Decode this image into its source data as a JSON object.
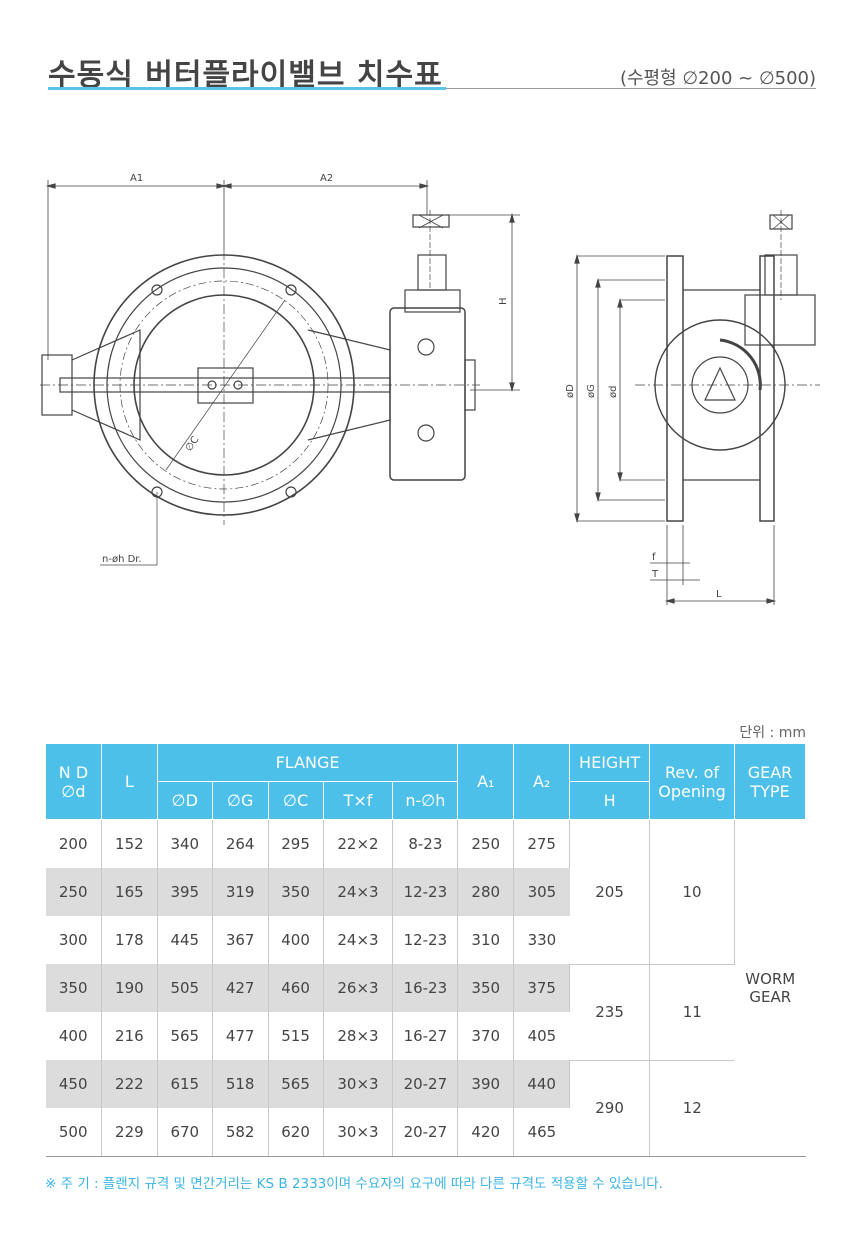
{
  "header": {
    "title": "수동식 버터플라이밸브 치수표",
    "subtitle": "(수평형 ∅200 ~ ∅500)"
  },
  "drawing": {
    "labels": {
      "a1": "A1",
      "a2": "A2",
      "h": "H",
      "phi_c": "∅C",
      "holes": "n-øh  Dr.",
      "phi_D": "øD",
      "phi_G": "øG",
      "phi_d": "ød",
      "f": "f",
      "t": "T",
      "l": "L"
    }
  },
  "table": {
    "unit": "단위 : mm",
    "headers": {
      "nd": "N D",
      "nd_sub": "∅d",
      "l": "L",
      "flange": "FLANGE",
      "phi_D": "∅D",
      "phi_G": "∅G",
      "phi_C": "∅C",
      "txf": "T×f",
      "nh": "n-∅h",
      "a1": "A₁",
      "a2": "A₂",
      "height": "HEIGHT",
      "height_sub": "H",
      "rev_1": "Rev. of",
      "rev_2": "Opening",
      "gear_1": "GEAR",
      "gear_2": "TYPE"
    },
    "rows": [
      {
        "nd": "200",
        "l": "152",
        "D": "340",
        "G": "264",
        "C": "295",
        "txf": "22×2",
        "nh": "8-23",
        "a1": "250",
        "a2": "275"
      },
      {
        "nd": "250",
        "l": "165",
        "D": "395",
        "G": "319",
        "C": "350",
        "txf": "24×3",
        "nh": "12-23",
        "a1": "280",
        "a2": "305"
      },
      {
        "nd": "300",
        "l": "178",
        "D": "445",
        "G": "367",
        "C": "400",
        "txf": "24×3",
        "nh": "12-23",
        "a1": "310",
        "a2": "330"
      },
      {
        "nd": "350",
        "l": "190",
        "D": "505",
        "G": "427",
        "C": "460",
        "txf": "26×3",
        "nh": "16-23",
        "a1": "350",
        "a2": "375"
      },
      {
        "nd": "400",
        "l": "216",
        "D": "565",
        "G": "477",
        "C": "515",
        "txf": "28×3",
        "nh": "16-27",
        "a1": "370",
        "a2": "405"
      },
      {
        "nd": "450",
        "l": "222",
        "D": "615",
        "G": "518",
        "C": "565",
        "txf": "30×3",
        "nh": "20-27",
        "a1": "390",
        "a2": "440"
      },
      {
        "nd": "500",
        "l": "229",
        "D": "670",
        "G": "582",
        "C": "620",
        "txf": "30×3",
        "nh": "20-27",
        "a1": "420",
        "a2": "465"
      }
    ],
    "groups": [
      {
        "height": "205",
        "rev": "10"
      },
      {
        "height": "235",
        "rev": "11"
      },
      {
        "height": "290",
        "rev": "12"
      }
    ],
    "gear_type_1": "WORM",
    "gear_type_2": "GEAR"
  },
  "note": "※ 주 기 : 플랜지 규격 및 면간거리는 KS B 2333이며 수요자의 요구에 따라 다른 규격도 적용할 수 있습니다.",
  "colors": {
    "accent": "#4dc0ea",
    "shade": "#dcdcdc",
    "note": "#3ab4e4"
  }
}
